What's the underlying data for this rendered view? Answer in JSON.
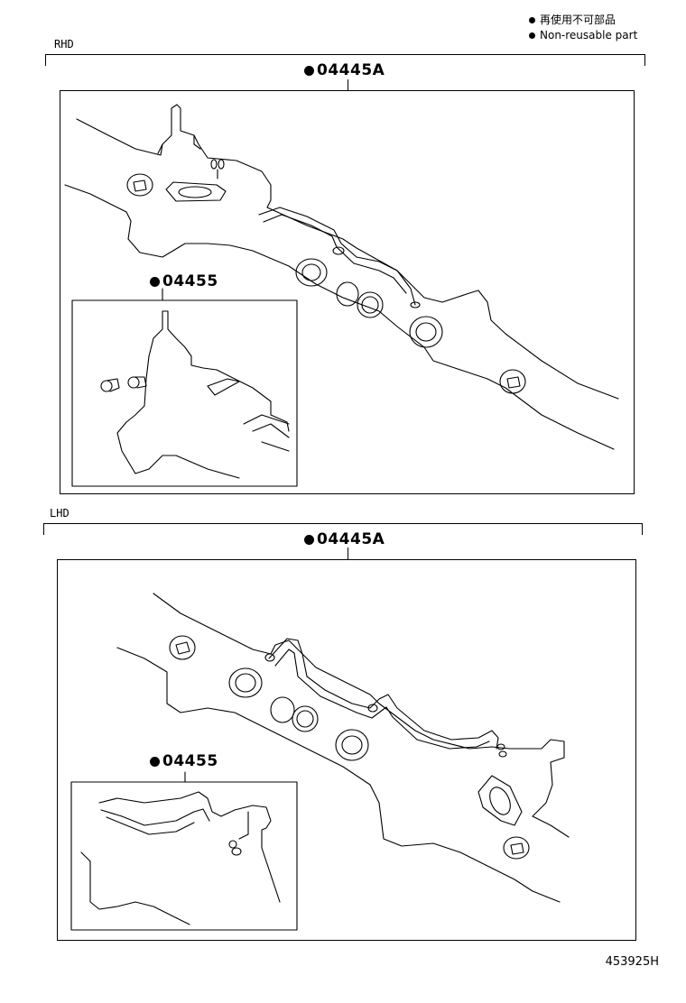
{
  "legend": {
    "jp": "再使用不可部品",
    "en": "Non-reusable part"
  },
  "sections": {
    "rhd": {
      "label": "RHD",
      "kit_callout": "04445A",
      "sub_callout": "04455"
    },
    "lhd": {
      "label": "LHD",
      "kit_callout": "04445A",
      "sub_callout": "04455"
    }
  },
  "diagram_code": "453925H"
}
